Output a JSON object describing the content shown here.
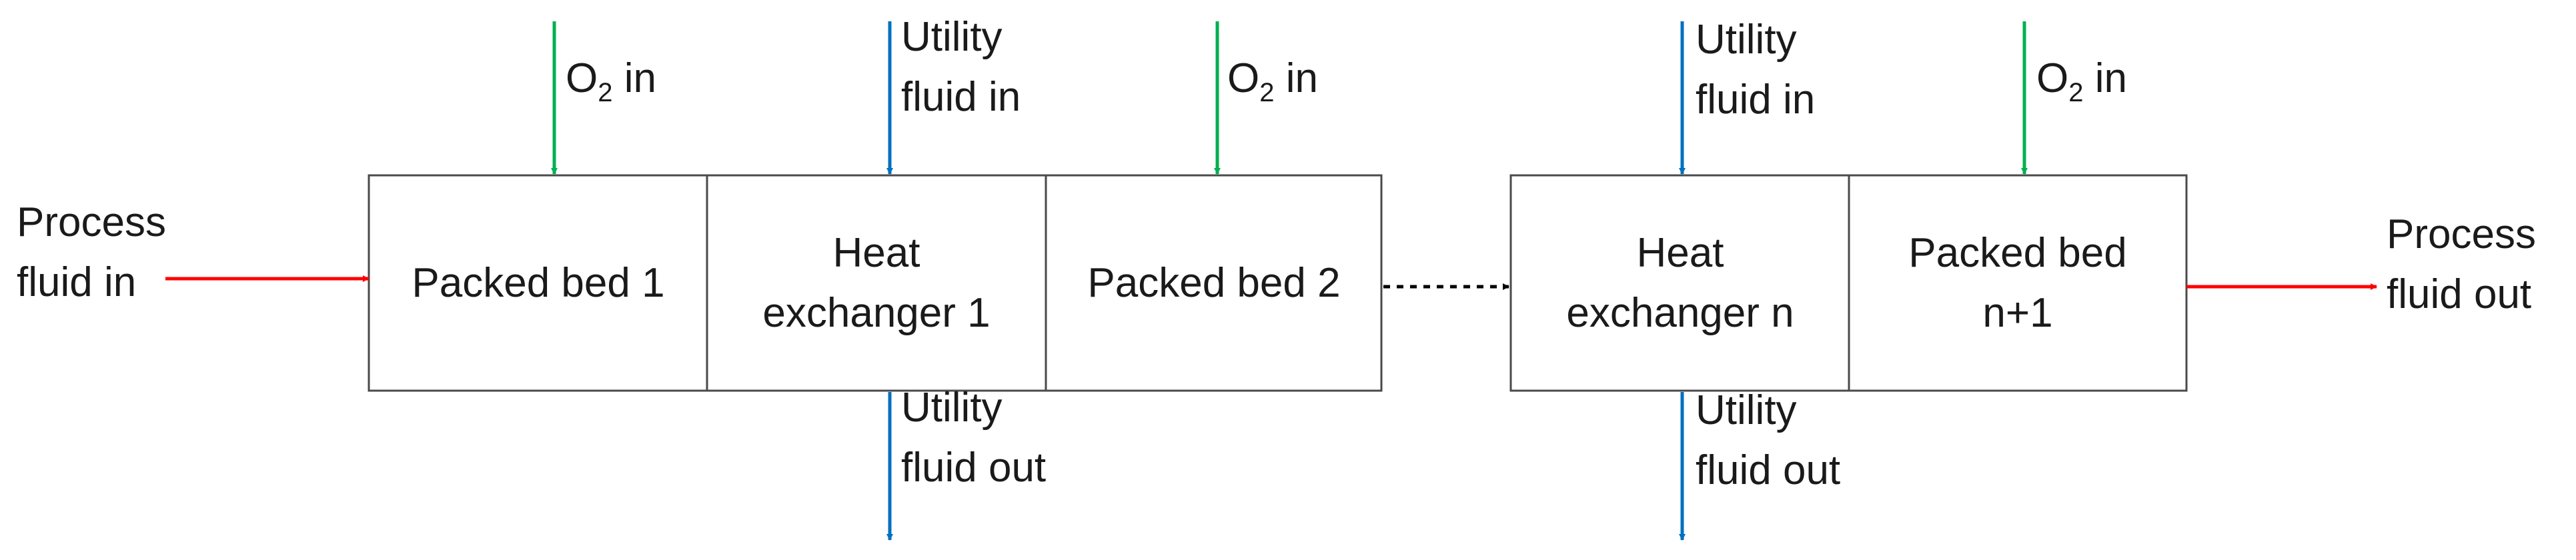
{
  "colors": {
    "process_stream": "#ff0000",
    "oxygen_stream": "#00b050",
    "utility_stream": "#0070c0",
    "connector": "#000000"
  },
  "blocks": {
    "packed_bed_1": [
      "Packed bed 1"
    ],
    "heat_exchanger_1": [
      "Heat",
      "exchanger 1"
    ],
    "packed_bed_2": [
      "Packed bed 2"
    ],
    "heat_exchanger_n": [
      "Heat",
      "exchanger n"
    ],
    "packed_bed_n1": [
      "Packed bed",
      "n+1"
    ]
  },
  "labels": {
    "process_in": [
      "Process",
      "fluid in"
    ],
    "process_out": [
      "Process",
      "fluid out"
    ],
    "o2_main": "O",
    "o2_sub": "2",
    "o2_suffix": " in",
    "utility_in": [
      "Utility",
      "fluid in"
    ],
    "utility_out": [
      "Utility",
      "fluid out"
    ]
  }
}
